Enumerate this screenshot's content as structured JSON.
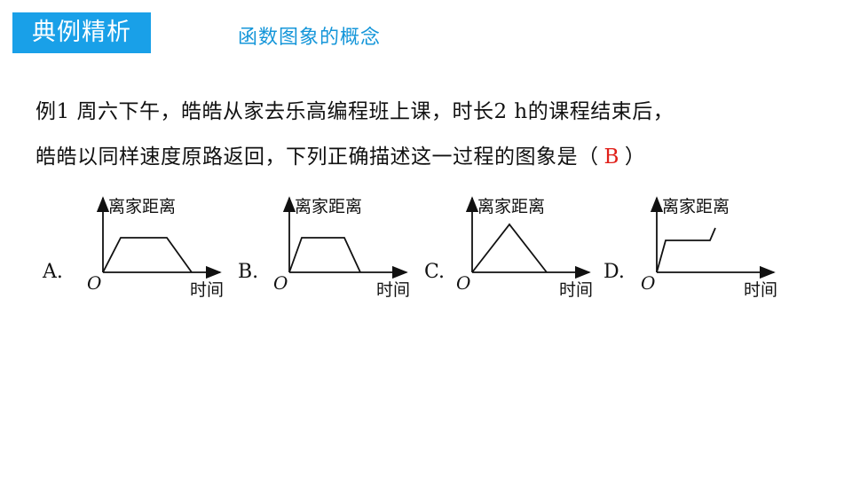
{
  "header": {
    "tag": "典例精析",
    "subtitle": "函数图象的概念"
  },
  "question": {
    "line1": "例1 周六下午，皓皓从家去乐高编程班上课，时长2 h的课程结束后，",
    "line2_text": "皓皓以同样速度原路返回，下列正确描述这一过程的图象是",
    "paren_open": "（",
    "answer": "B",
    "paren_close": "）"
  },
  "options": [
    {
      "label": "A.",
      "ylabel": "离家距离",
      "xlabel": "时间",
      "origin": "O"
    },
    {
      "label": "B.",
      "ylabel": "离家距离",
      "xlabel": "时间",
      "origin": "O"
    },
    {
      "label": "C.",
      "ylabel": "离家距离",
      "xlabel": "时间",
      "origin": "O"
    },
    {
      "label": "D.",
      "ylabel": "离家距离",
      "xlabel": "时间",
      "origin": "O"
    }
  ],
  "colors": {
    "accent": "#19a0e8",
    "subtitle": "#1596d9",
    "answer": "#e0201a"
  }
}
